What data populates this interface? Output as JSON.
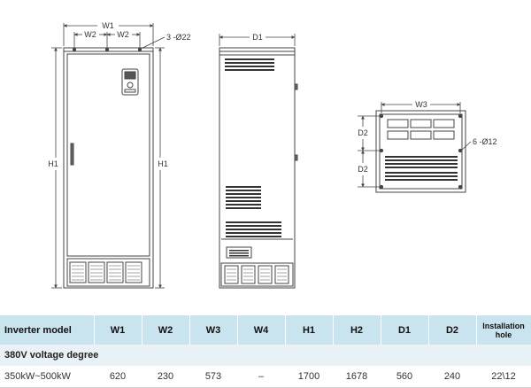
{
  "drawing": {
    "front_labels": {
      "w1": "W1",
      "w2_left": "W2",
      "w2_right": "W2",
      "top_holes": "3 -Ø22",
      "h1_left": "H1",
      "h1_right": "H1"
    },
    "side_labels": {
      "d1": "D1"
    },
    "mount_labels": {
      "w3": "W3",
      "d2_top": "D2",
      "d2_bottom": "D2",
      "holes": "6 -Ø12"
    }
  },
  "table": {
    "headers": {
      "model": "Inverter model",
      "w1": "W1",
      "w2": "W2",
      "w3": "W3",
      "w4": "W4",
      "h1": "H1",
      "h2": "H2",
      "d1": "D1",
      "d2": "D2",
      "hole_line1": "Installation",
      "hole_line2": "hole"
    },
    "section": "380V voltage degree",
    "row": {
      "model": "350kW~500kW",
      "w1": "620",
      "w2": "230",
      "w3": "573",
      "w4": "–",
      "h1": "1700",
      "h2": "1678",
      "d1": "560",
      "d2": "240",
      "hole": "22\\12"
    }
  }
}
